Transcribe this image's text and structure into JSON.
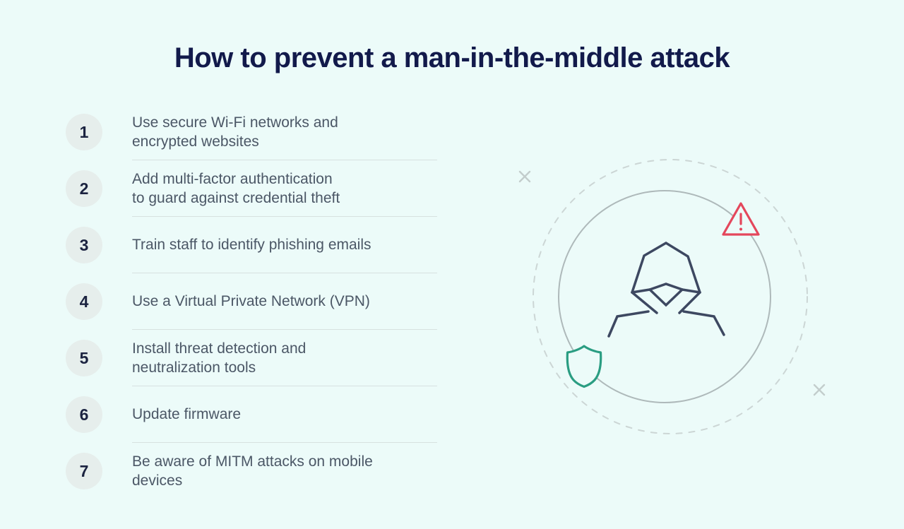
{
  "title": "How to prevent a man-in-the-middle attack",
  "list": {
    "items": [
      {
        "number": "1",
        "text": "Use secure Wi-Fi networks and\nencrypted websites"
      },
      {
        "number": "2",
        "text": "Add multi-factor authentication\nto guard against credential theft"
      },
      {
        "number": "3",
        "text": "Train staff to identify phishing emails"
      },
      {
        "number": "4",
        "text": "Use a Virtual Private Network (VPN)"
      },
      {
        "number": "5",
        "text": "Install threat detection and\nneutralization tools"
      },
      {
        "number": "6",
        "text": "Update firmware"
      },
      {
        "number": "7",
        "text": "Be aware of MITM attacks on mobile\ndevices"
      }
    ]
  },
  "illustration": {
    "icons": [
      "hacker-figure-icon",
      "warning-triangle-icon",
      "shield-icon",
      "x-mark-icon",
      "x-mark-icon"
    ]
  },
  "colors": {
    "background": "#ecfbf9",
    "title_navy": "#121a4b",
    "text_slate": "#4b5766",
    "number_navy": "#1b2340",
    "badge_bg": "#e6eeec",
    "divider_gray": "#d7e1e0",
    "ring_gray": "#aeb9ba",
    "dashed_gray": "#ccd6d5",
    "figure_navy": "#3d4861",
    "alert_red": "#e4475c",
    "shield_green": "#2a9d82",
    "x_gray": "#c3cdcc"
  }
}
